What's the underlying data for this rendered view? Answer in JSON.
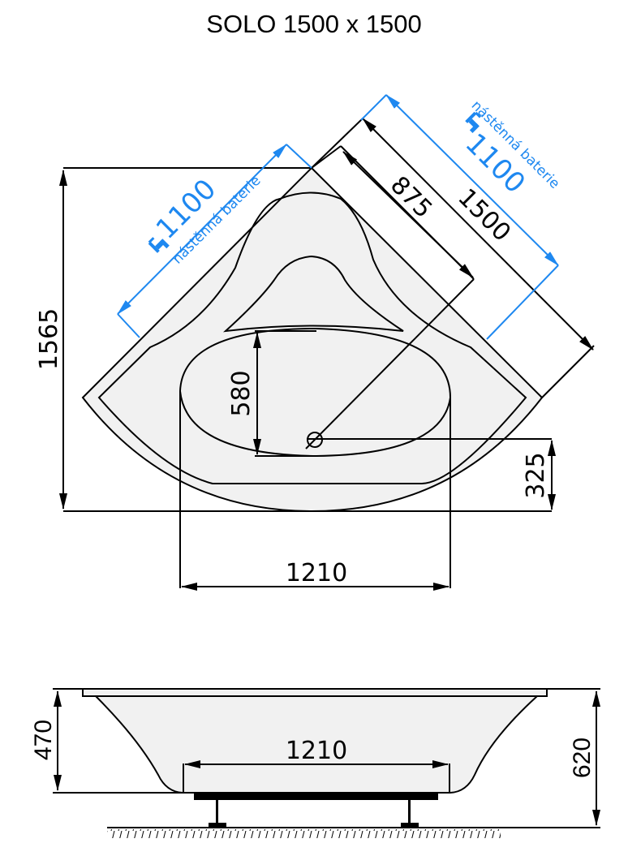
{
  "title": "SOLO 1500 x 1500",
  "colors": {
    "line": "#000000",
    "fill": "#f1f1f1",
    "accent_blue": "#1e88f0"
  },
  "top_view": {
    "dimensions": {
      "overall_depth": "1565",
      "diagonal_outer": "1500",
      "diagonal_to_drain": "875",
      "basin_width": "1210",
      "basin_depth": "580",
      "drain_offset": "325"
    },
    "faucet_left": {
      "value": "1100",
      "label": "nástěnná baterie",
      "icon": "faucet-icon"
    },
    "faucet_right": {
      "value": "1100",
      "label": "nástěnná baterie",
      "icon": "faucet-icon"
    },
    "drain_icon": "drain-circle-icon"
  },
  "side_view": {
    "dimensions": {
      "inner_height": "470",
      "overall_height": "620",
      "bottom_width": "1210"
    }
  }
}
